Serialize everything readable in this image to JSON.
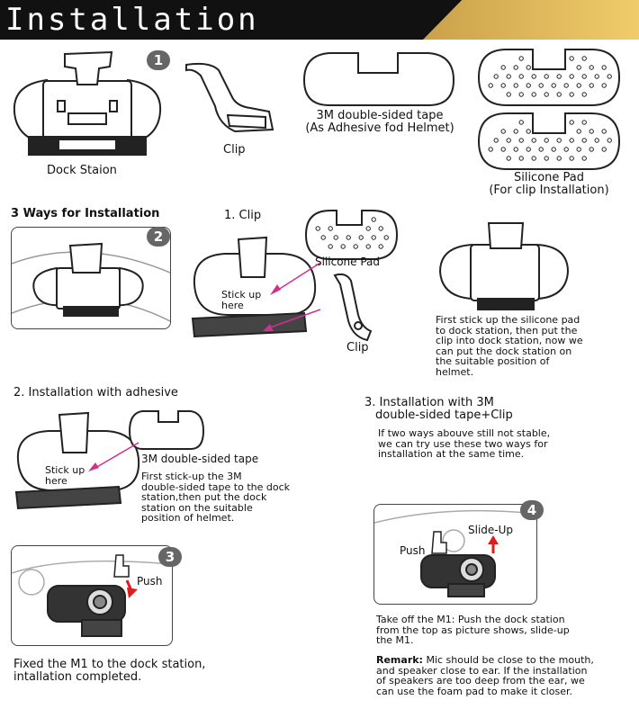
{
  "header": {
    "title": "Installation"
  },
  "badges": {
    "b1": "1",
    "b2": "2",
    "b3": "3",
    "b4": "4"
  },
  "parts": {
    "dock_station": "Dock Staion",
    "clip": "Clip",
    "tape_line1": "3M double-sided tape",
    "tape_line2": "(As Adhesive fod Helmet)",
    "pad_line1": "Silicone Pad",
    "pad_line2": "(For clip Installation)"
  },
  "ways": {
    "heading": "3 Ways for Installation"
  },
  "clip_method": {
    "heading": "1. Clip",
    "silicone_label": "Silicone Pad",
    "clip_label": "Clip",
    "stick_line1": "Stick up",
    "stick_line2": "here",
    "desc": [
      "First stick up the silicone pad",
      "to dock station, then put the",
      "clip into dock station, now we",
      "can put the dock station on",
      "the suitable position of",
      "helmet."
    ]
  },
  "adhesive_method": {
    "heading": "2. Installation with adhesive",
    "stick_line1": "Stick up",
    "stick_line2": "here",
    "tape_label": "3M double-sided tape",
    "desc": [
      "First stick-up the 3M",
      "double-sided tape to the dock",
      "station,then put the dock",
      "station on the suitable",
      "position of helmet."
    ]
  },
  "combo_method": {
    "heading_line1": "3. Installation with 3M",
    "heading_line2": "double-sided tape+Clip",
    "desc": [
      "If two ways abouve still not stable,",
      "we can try use these two ways for",
      "installation at the same time."
    ]
  },
  "step3": {
    "push": "Push",
    "caption_line1": "Fixed the M1 to the dock station,",
    "caption_line2": "intallation completed."
  },
  "step4": {
    "push": "Push",
    "slide": "Slide-Up",
    "caption": [
      "Take off the M1: Push the dock station",
      "from the top as picture shows, slide-up",
      "the M1."
    ],
    "remark_label": "Remark:",
    "remark_first": " Mic should be close to the mouth,",
    "remark_rest": [
      "and speaker close to ear. If the installation",
      "of speakers are too deep from the ear, we",
      "can use the foam pad to make it closer."
    ]
  },
  "colors": {
    "accent_gold": "#e2b95a",
    "arrow_pink": "#d0308f",
    "arrow_red": "#e01b1b",
    "badge_gray": "#666666"
  }
}
